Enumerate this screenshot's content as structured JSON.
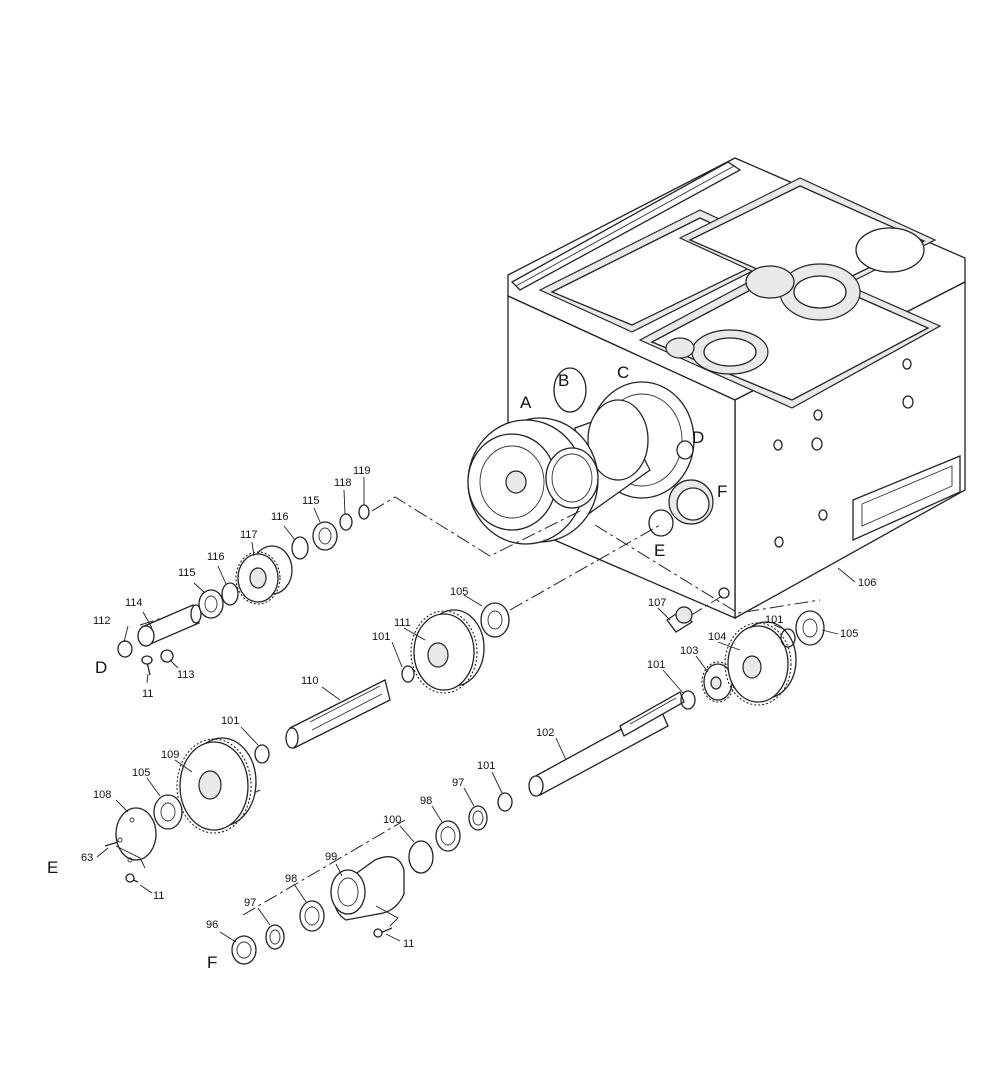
{
  "callouts": {
    "p96": "96",
    "p97a": "97",
    "p97b": "97",
    "p98a": "98",
    "p98b": "98",
    "p99": "99",
    "p100": "100",
    "p101a": "101",
    "p101b": "101",
    "p101c": "101",
    "p101d": "101",
    "p101e": "101",
    "p102": "102",
    "p103": "103",
    "p104": "104",
    "p105a": "105",
    "p105b": "105",
    "p105c": "105",
    "p106": "106",
    "p107": "107",
    "p108": "108",
    "p109": "109",
    "p110": "110",
    "p111": "111",
    "p112": "112",
    "p113": "113",
    "p114": "114",
    "p115a": "115",
    "p115b": "115",
    "p116a": "116",
    "p116b": "116",
    "p117": "117",
    "p118": "118",
    "p119": "119",
    "p11a": "11",
    "p11b": "11",
    "p11c": "11",
    "p63": "63"
  },
  "refs": {
    "A": "A",
    "B": "B",
    "C": "C",
    "D_housing": "D",
    "E_housing": "E",
    "F_housing": "F",
    "D_left": "D",
    "E_left": "E",
    "F_left": "F"
  }
}
